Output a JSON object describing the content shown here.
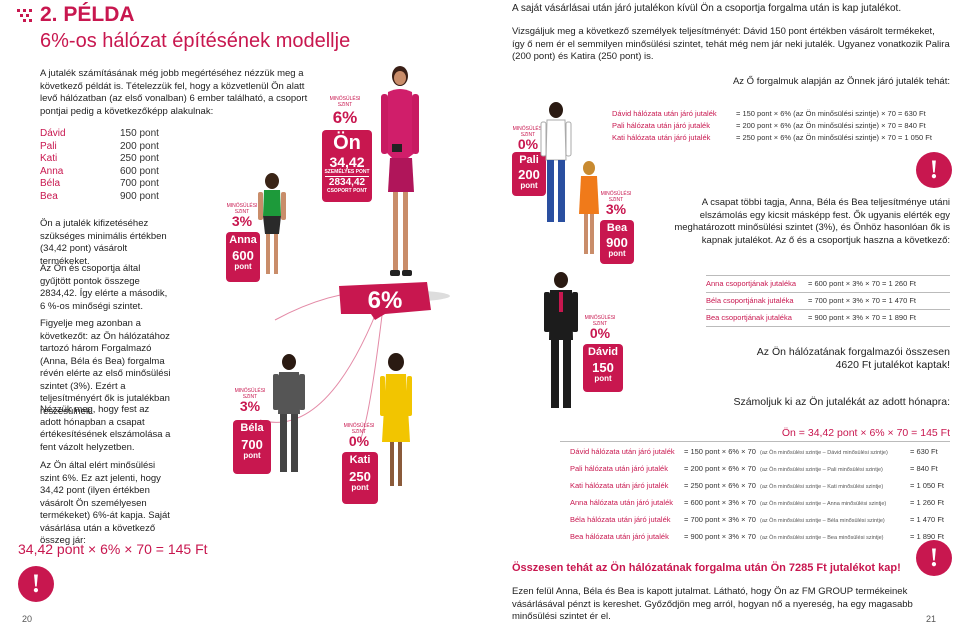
{
  "header": {
    "title": "2. PÉLDA",
    "subtitle": "6%-os hálózat építésének modellje"
  },
  "intro": "A jutalék számításának még jobb megértéséhez nézzük meg a következő példát is. Tételezzük fel, hogy a közvetlenül Ön alatt levő hálózatban (az első vonalban) 6 ember található, a csoport pontjai pedig a következőképp alakulnak:",
  "members": [
    {
      "name": "Dávid",
      "points": "150 pont"
    },
    {
      "name": "Pali",
      "points": "200 pont"
    },
    {
      "name": "Kati",
      "points": "250 pont"
    },
    {
      "name": "Anna",
      "points": "600 pont"
    },
    {
      "name": "Béla",
      "points": "700 pont"
    },
    {
      "name": "Bea",
      "points": "900 pont"
    }
  ],
  "para1": "Ön a jutalék kifizetéséhez szükséges minimális értékben (34,42 pont) vásárolt termékeket.",
  "para2": "Az Ön és csoportja által gyűjtött pontok összege 2834,42. Így elérte a második, 6 %-os minőségi szintet.",
  "para3": "Figyelje meg azonban a következőt: az Ön hálózatához tartozó három Forgalmazó (Anna, Béla és Bea) forgalma révén elérte az első minősülési szintet (3%). Ezért a teljesítményért ők is jutalékban részesülnek.",
  "para4": "Nézzük meg, hogy fest az adott hónapban a csapat értékesítésének elszámolása a fent vázolt helyzetben.",
  "para5": "Az Ön által elért minősülési szint 6%. Ez azt jelenti, hogy 34,42 pont (ilyen értékben vásárolt Ön személyesen termékeket) 6%-át kapja. Saját vásárlása után a következő összeg jár:",
  "formula_left": "34,42 pont × 6% × 70 = 145 Ft",
  "exclamation": "!",
  "page_left": "20",
  "page_right": "21",
  "center": {
    "level_label": "MINŐSÜLÉSI SZINT",
    "you_pct": "6%",
    "you_name": "Ön",
    "you_points": "34,42",
    "you_points_unit": "SZEMÉLYES PONT",
    "group_points": "2834,42",
    "group_points_unit": "CSOPORT PONT",
    "big_pct": "6%",
    "unit": "pont",
    "nodes": [
      {
        "name": "Anna",
        "pct": "3%",
        "points": "600"
      },
      {
        "name": "Béla",
        "pct": "3%",
        "points": "700"
      },
      {
        "name": "Kati",
        "pct": "0%",
        "points": "250"
      },
      {
        "name": "Pali",
        "pct": "0%",
        "points": "200"
      },
      {
        "name": "Bea",
        "pct": "3%",
        "points": "900"
      },
      {
        "name": "Dávid",
        "pct": "0%",
        "points": "150"
      }
    ]
  },
  "right": {
    "top_line": "A saját vásárlásai után járó jutalékon kívül Ön a csoportja forgalma után is kap jutalékot.",
    "para_a": "Vizsgáljuk meg a következő személyek teljesítményét: Dávid 150 pont értékben vásárolt termékeket, így ő nem ér el semmilyen minősülési szintet, tehát még nem jár neki jutalék. Ugyanez vonatkozik Palira (200 pont) és Katira (250 pont) is.",
    "head_b": "Az Ő forgalmuk alapján az Önnek járó jutalék tehát:",
    "calc1": [
      {
        "name": "Dávid hálózata után járó jutalék",
        "eq": "= 150 pont × 6% (az Ön minősülési szintje) × 70 = 630 Ft"
      },
      {
        "name": "Pali hálózata után járó jutalék",
        "eq": "= 200 pont × 6% (az Ön minősülési szintje) × 70 = 840 Ft"
      },
      {
        "name": "Kati hálózata után járó jutalék",
        "eq": "= 250 pont × 6% (az Ön minősülési szintje) × 70 = 1 050 Ft"
      }
    ],
    "para_c": "A csapat többi tagja, Anna, Béla és Bea teljesítménye utáni elszámolás egy kicsit másképp fest. Ők ugyanis elérték egy meghatározott minősülési szintet (3%), és Önhöz hasonlóan ők is kapnak jutalékot. Az ő és a csoportjuk haszna a következő:",
    "calc2": [
      {
        "name": "Anna csoportjának jutaléka",
        "eq": "= 600 pont × 3% × 70 = 1 260 Ft"
      },
      {
        "name": "Béla csoportjának jutaléka",
        "eq": "= 700 pont × 3% × 70 = 1 470 Ft"
      },
      {
        "name": "Bea csoportjának jutaléka",
        "eq": "= 900 pont × 3% × 70 = 1 890 Ft"
      }
    ],
    "para_d": "Az Ön hálózatának forgalmazói összesen 4620 Ft jutalékot kaptak!",
    "para_e": "Számoljuk ki az Ön jutalékát az adott hónapra:",
    "formula_you": "Ön = 34,42 pont × 6% × 70 = 145 Ft",
    "calc3": [
      {
        "name": "Dávid hálózata után járó jutalék",
        "eq": "= 150 pont × 6% × 70",
        "note": "(az Ön minősülési szintje – Dávid minősülési szintje)",
        "res": "= 630 Ft"
      },
      {
        "name": "Pali hálózata után járó jutalék",
        "eq": "= 200 pont × 6% × 70",
        "note": "(az Ön minősülési szintje – Pali minősülési szintje)",
        "res": "= 840 Ft"
      },
      {
        "name": "Kati hálózata után járó jutalék",
        "eq": "= 250 pont × 6% × 70",
        "note": "(az Ön minősülési szintje – Kati minősülési szintje)",
        "res": "= 1 050 Ft"
      },
      {
        "name": "Anna hálózata után járó jutalék",
        "eq": "= 600 pont × 3% × 70",
        "note": "(az Ön minősülési szintje – Anna minősülési szintje)",
        "res": "= 1 260 Ft"
      },
      {
        "name": "Béla hálózata után járó jutalék",
        "eq": "= 700 pont × 3% × 70",
        "note": "(az Ön minősülési szintje – Béla minősülési szintje)",
        "res": "= 1 470 Ft"
      },
      {
        "name": "Bea hálózata után járó jutalék",
        "eq": "= 900 pont × 3% × 70",
        "note": "(az Ön minősülési szintje – Bea minősülési szintje)",
        "res": "= 1 890 Ft"
      }
    ],
    "total": "Összesen tehát az Ön hálózatának forgalma után Ön 7285 Ft jutalékot kap!",
    "footer": "Ezen felül Anna, Béla és Bea is kapott jutalmat. Látható, hogy Ön az FM GROUP termékeinek vásárlásával pénzt is kereshet. Győződjön meg arról, hogyan nő a nyereség, ha egy magasabb minősülési szintet ér el."
  },
  "colors": {
    "accent": "#c8174f",
    "text": "#222222"
  }
}
